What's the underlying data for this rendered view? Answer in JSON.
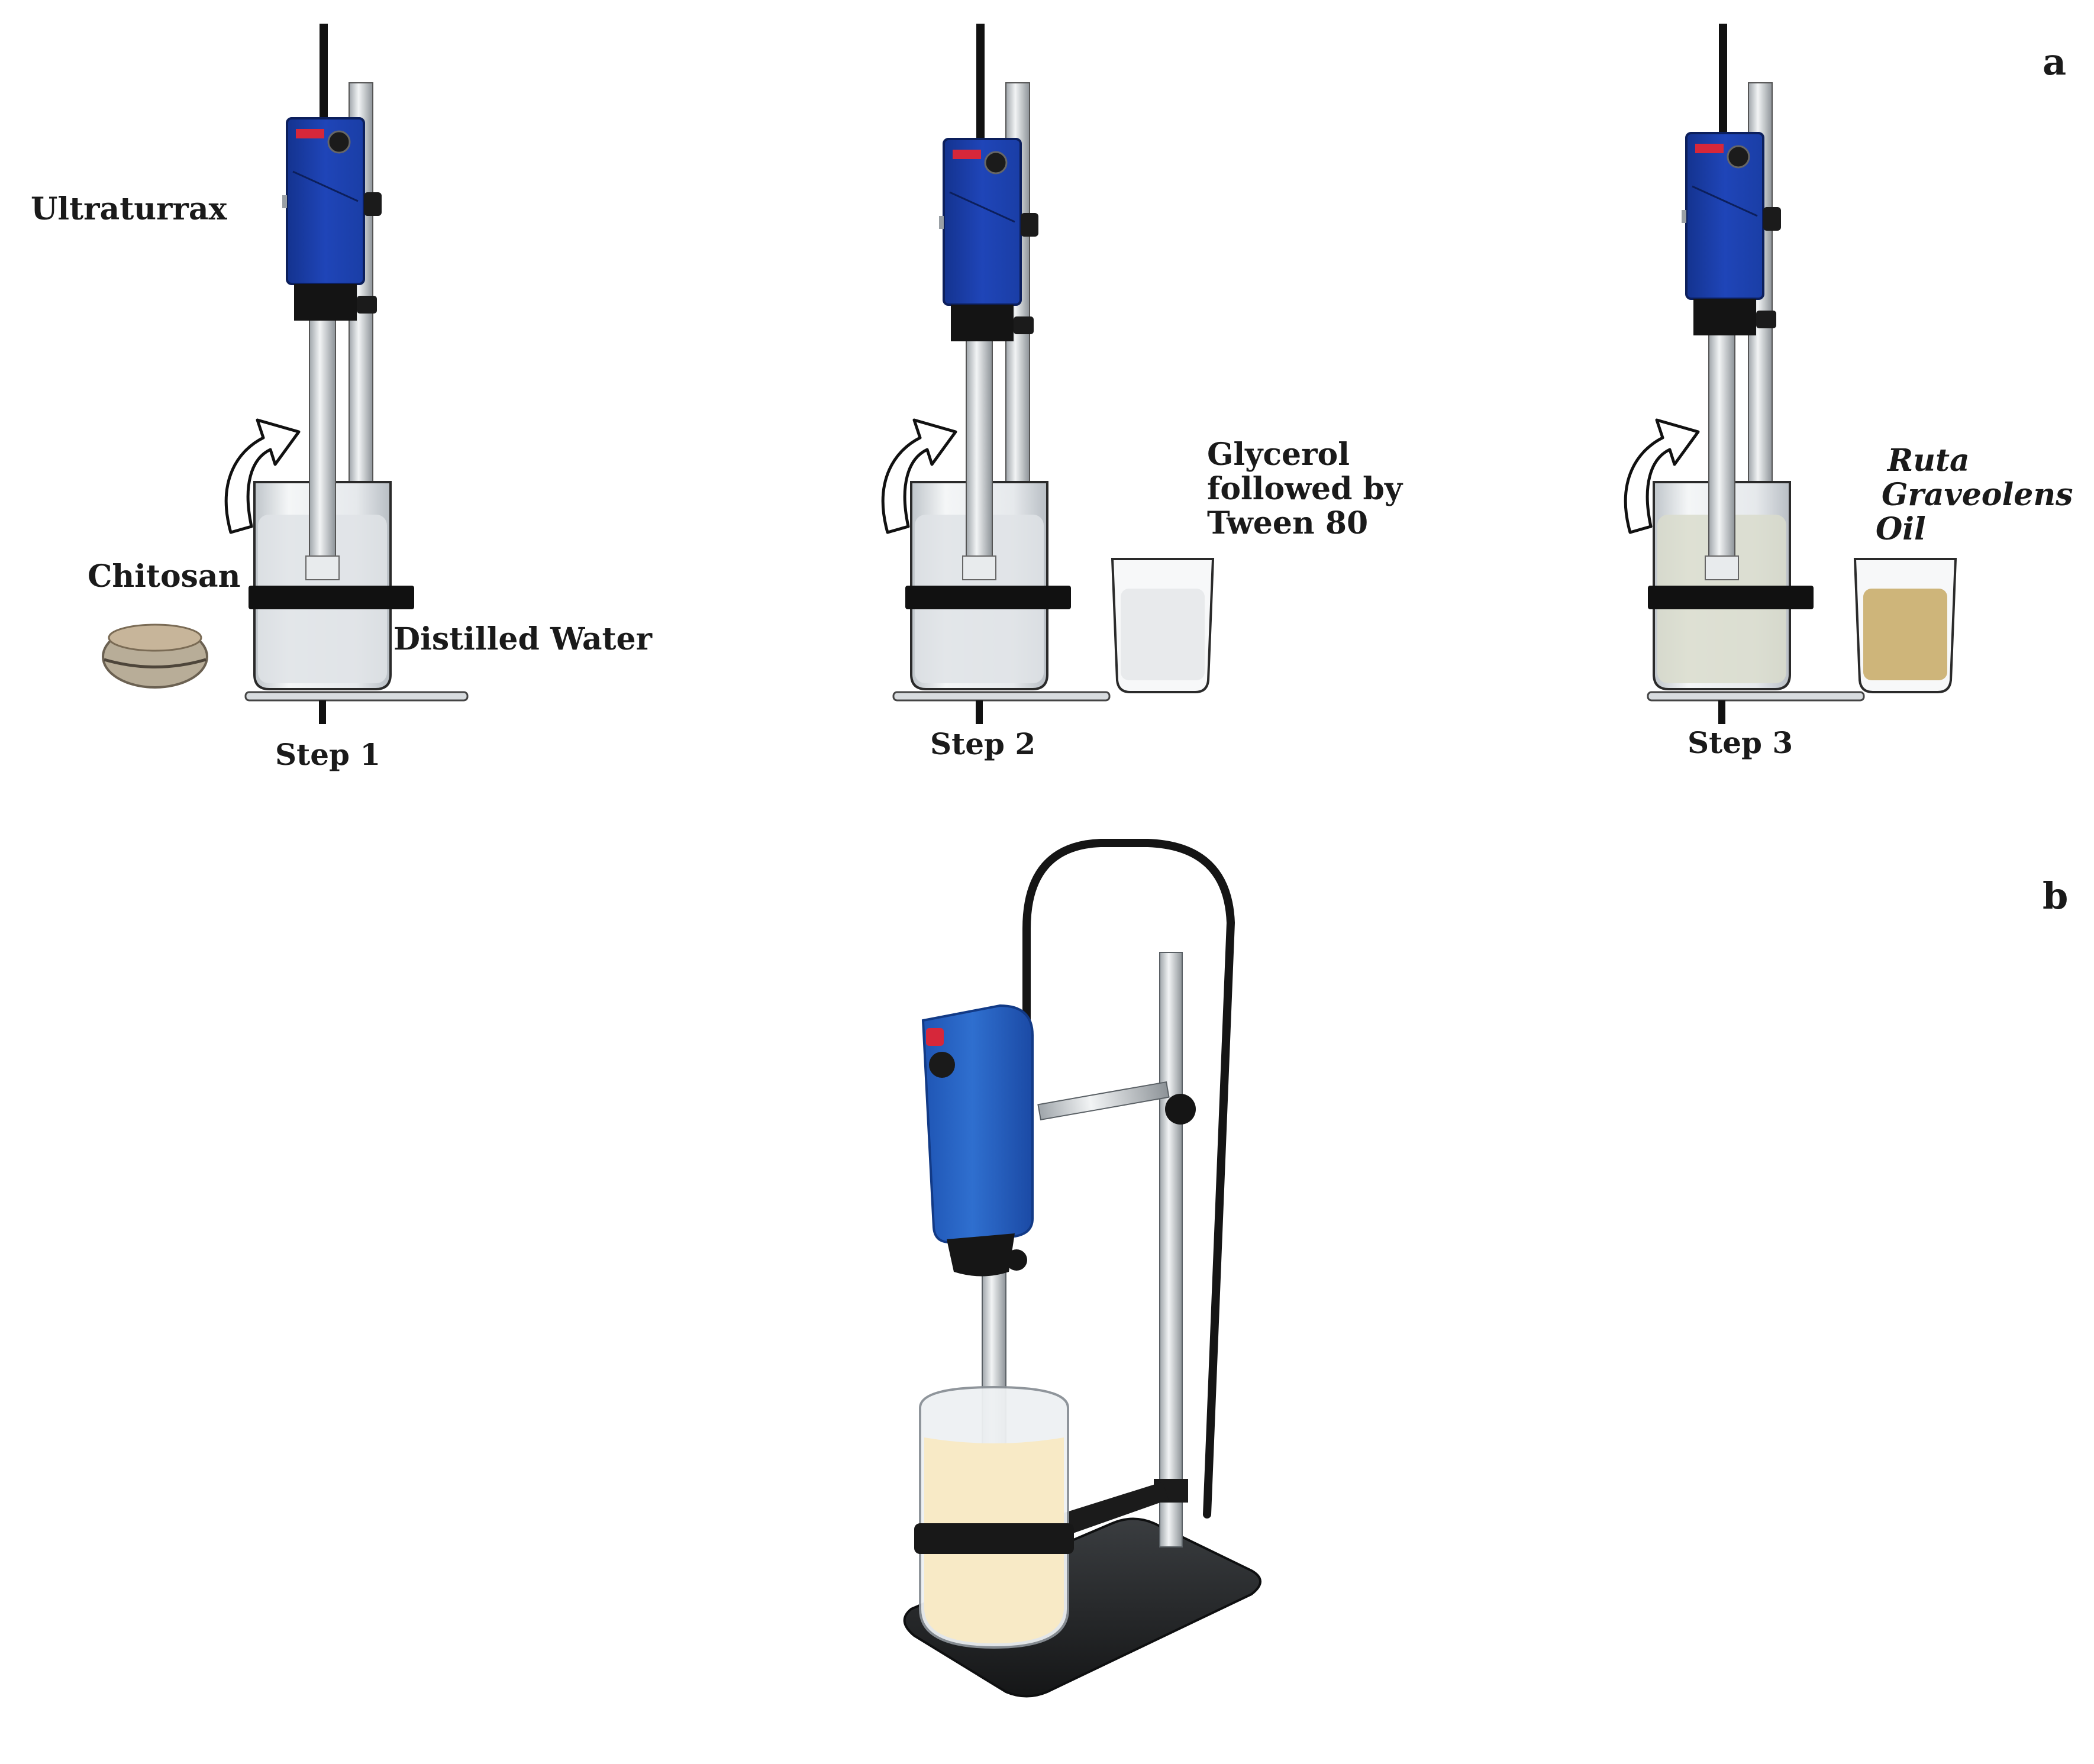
{
  "panels": {
    "a": {
      "letter": "a",
      "device_label": "Ultraturrax",
      "steps": [
        {
          "title": "Step 1",
          "ingredient_lines": [
            "Chitosan"
          ],
          "liquid_label": "Distilled Water",
          "ingredient_style": "normal",
          "liquid_color": "#dfe3e6",
          "side_beaker": false
        },
        {
          "title": "Step 2",
          "ingredient_lines": [
            "Glycerol",
            "followed by",
            "Tween 80"
          ],
          "ingredient_style": "normal",
          "liquid_color": "#dfe3e6",
          "side_beaker": true,
          "side_beaker_color": "#e6e8ea"
        },
        {
          "title": "Step 3",
          "ingredient_lines": [
            "Ruta",
            "Graveolens",
            "Oil"
          ],
          "ingredient_style": "italic",
          "liquid_color": "#d9dccd",
          "side_beaker": true,
          "side_beaker_color": "#c9ad6c"
        }
      ]
    },
    "b": {
      "letter": "b",
      "liquid_color": "#f8eac6",
      "motor_color": "#2f6fcf",
      "base_color": "#222426"
    }
  },
  "colors": {
    "motor_blue": "#1f45b8",
    "motor_dark": "#14338f",
    "rod": "#cfd3d7",
    "black": "#111111",
    "glass_outline": "#2a2a2a"
  }
}
